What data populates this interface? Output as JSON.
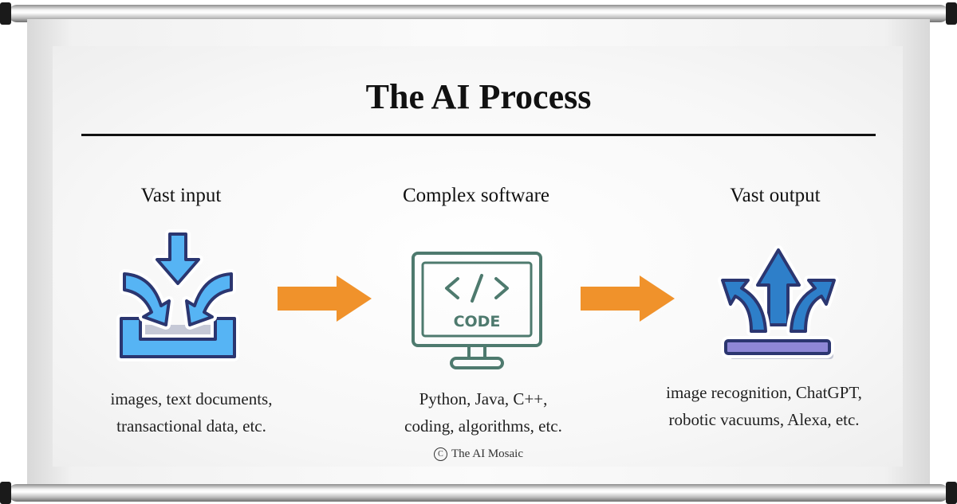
{
  "title": "The AI Process",
  "stages": [
    {
      "label": "Vast input",
      "lines": [
        "images, text documents,",
        "transactional data, etc."
      ]
    },
    {
      "label": "Complex software",
      "icon_text": "CODE",
      "lines": [
        "Python, Java, C++,",
        "coding, algorithms, etc."
      ]
    },
    {
      "label": "Vast output",
      "lines": [
        "image recognition, ChatGPT,",
        "robotic vacuums, Alexa, etc."
      ]
    }
  ],
  "credit": {
    "symbol": "C",
    "text": "The AI Mosaic"
  },
  "icons": [
    "input-icon",
    "code-monitor-icon",
    "output-icon"
  ],
  "colors": {
    "arrow": "#F0922B",
    "icon_navy": "#2B3670",
    "icon_light_blue": "#56B4F4",
    "icon_mid_blue": "#2E7FC9",
    "icon_lavender": "#8E87D6",
    "monitor_green": "#4E7A6E"
  }
}
